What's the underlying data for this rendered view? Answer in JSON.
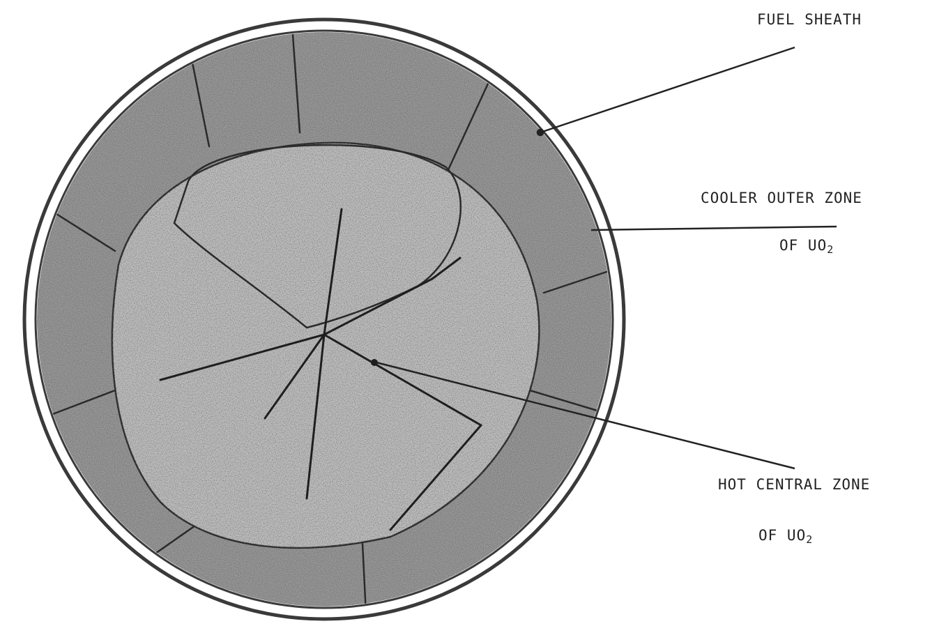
{
  "diagram": {
    "labels": {
      "fuel_sheath": "FUEL SHEATH",
      "cooler_outer_zone_line1": "COOLER OUTER ZONE",
      "cooler_outer_zone_line2_prefix": "OF UO",
      "cooler_outer_zone_line2_subscript": "2",
      "hot_central_zone_line1": "HOT CENTRAL ZONE",
      "hot_central_zone_line2_prefix": "OF UO",
      "hot_central_zone_line2_subscript": "2"
    },
    "colors": {
      "ink": "#222222",
      "sheath": "#3a3a3a",
      "outer_zone_fill": "#8f8f8f",
      "central_zone_fill": "#b7b7b7",
      "background": "#ffffff"
    }
  }
}
